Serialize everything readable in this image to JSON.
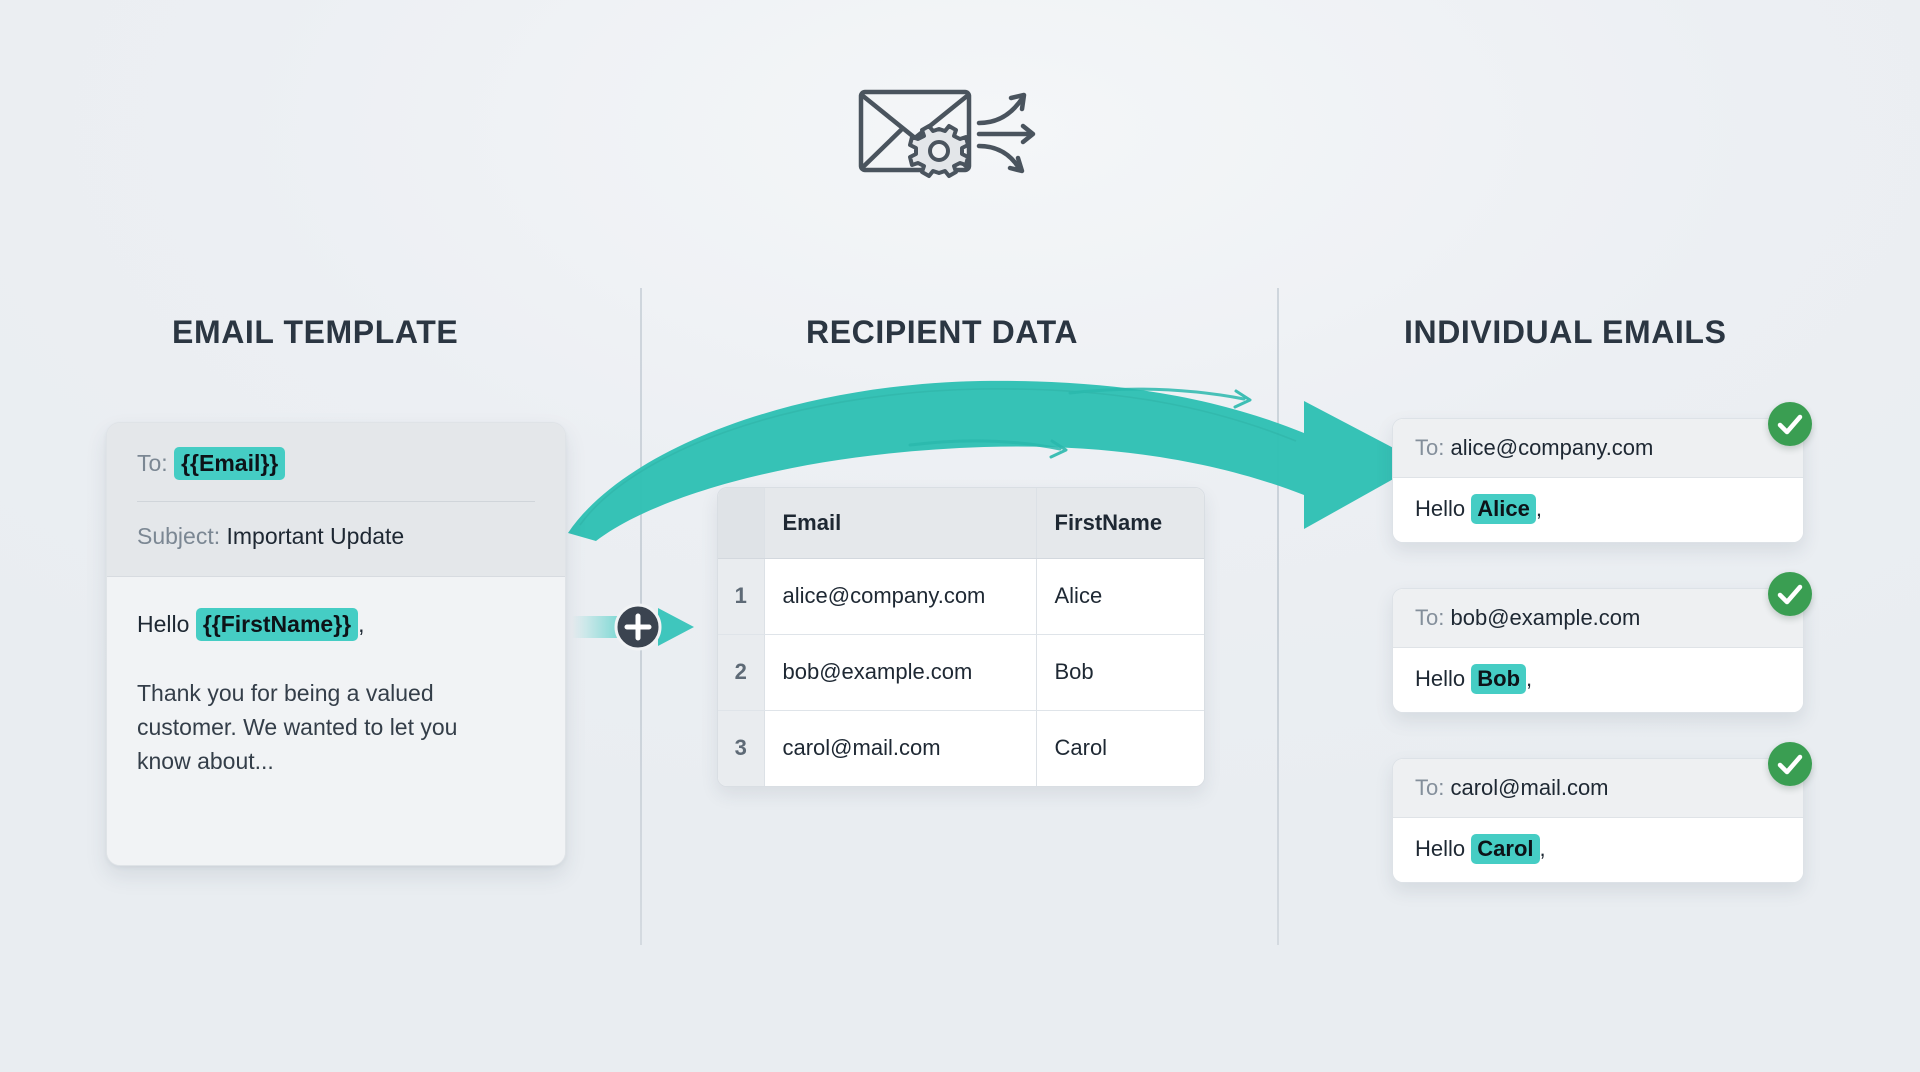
{
  "background_color": "#eef1f4",
  "accent_color": "#3fc6bd",
  "highlight_color": "#45cdc4",
  "success_color": "#3a9e52",
  "heading_color": "#2b3642",
  "header": {
    "icon": "envelope-gear-arrows-icon"
  },
  "columns": {
    "template_title": "EMAIL TEMPLATE",
    "data_title": "RECIPIENT DATA",
    "emails_title": "INDIVIDUAL EMAILS"
  },
  "template": {
    "to_label": "To:",
    "to_field": "{{Email}}",
    "subject_label": "Subject:",
    "subject_value": "Important Update",
    "greeting_prefix": "Hello",
    "greeting_field": "{{FirstName}}",
    "greeting_suffix": ",",
    "body_text": "Thank you for being a valued customer. We wanted to let you know about..."
  },
  "connector": {
    "badge": "plus-icon"
  },
  "table": {
    "headers": [
      "",
      "Email",
      "FirstName"
    ],
    "rows": [
      {
        "index": "1",
        "email": "alice@company.com",
        "first_name": "Alice"
      },
      {
        "index": "2",
        "email": "bob@example.com",
        "first_name": "Bob"
      },
      {
        "index": "3",
        "email": "carol@mail.com",
        "first_name": "Carol"
      }
    ]
  },
  "emails": [
    {
      "to_label": "To:",
      "to_value": "alice@company.com",
      "greeting_prefix": "Hello",
      "greeting_name": "Alice",
      "greeting_suffix": ",",
      "status": "sent"
    },
    {
      "to_label": "To:",
      "to_value": "bob@example.com",
      "greeting_prefix": "Hello",
      "greeting_name": "Bob",
      "greeting_suffix": ",",
      "status": "sent"
    },
    {
      "to_label": "To:",
      "to_value": "carol@mail.com",
      "greeting_prefix": "Hello",
      "greeting_name": "Carol",
      "greeting_suffix": ",",
      "status": "sent"
    }
  ]
}
